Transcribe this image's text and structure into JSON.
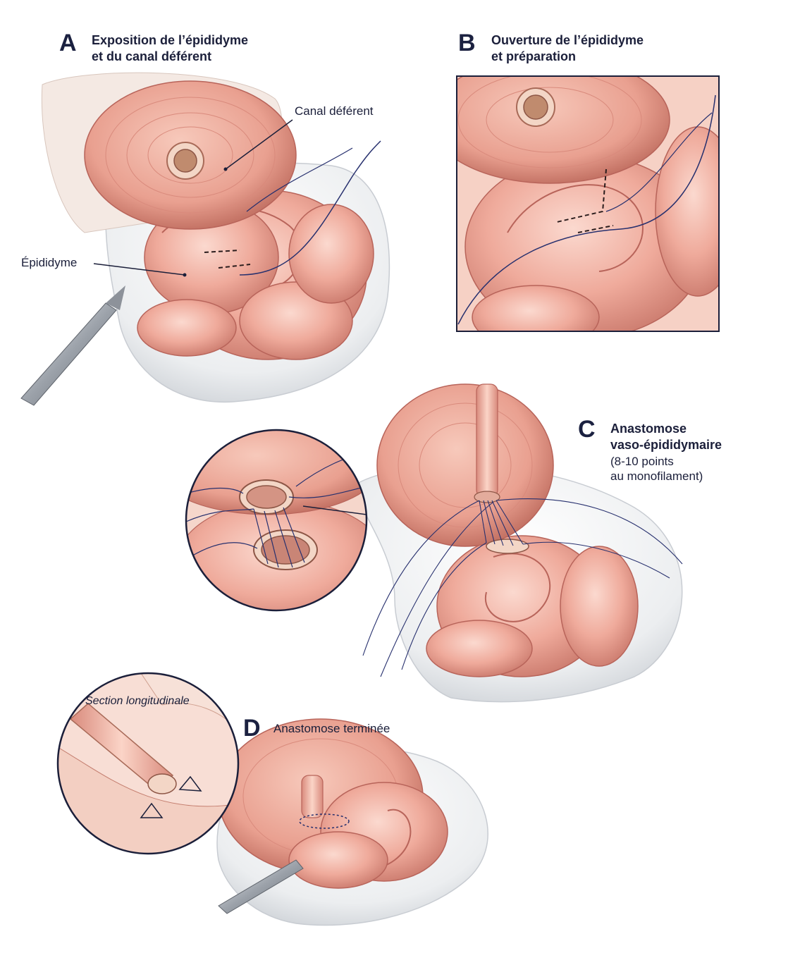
{
  "panels": {
    "a": {
      "letter": "A",
      "title_lines": [
        "Exposition de l’épididyme",
        "et du canal déférent"
      ]
    },
    "b": {
      "letter": "B",
      "title_lines": [
        "Ouverture de l’épididyme",
        "et préparation"
      ]
    },
    "c": {
      "letter": "C",
      "title_lines": [
        "Anastomose",
        "vaso-épididymaire"
      ],
      "note_lines": [
        "(8-10 points",
        "au monofilament)"
      ]
    },
    "d": {
      "letter": "D",
      "title_lines": [
        "Anastomose terminée"
      ]
    }
  },
  "callouts": {
    "canal_deferent": "Canal déférent",
    "epididyme": "Épididyme",
    "section_longitudinale": "Section longitudinale"
  },
  "colors": {
    "tissue": "#f2b8aa",
    "tissue_dark": "#d98a7c",
    "tissue_shadow": "#b8645a",
    "drape": "#eef0f2",
    "suture": "#27306e",
    "text": "#1b1f3a"
  }
}
